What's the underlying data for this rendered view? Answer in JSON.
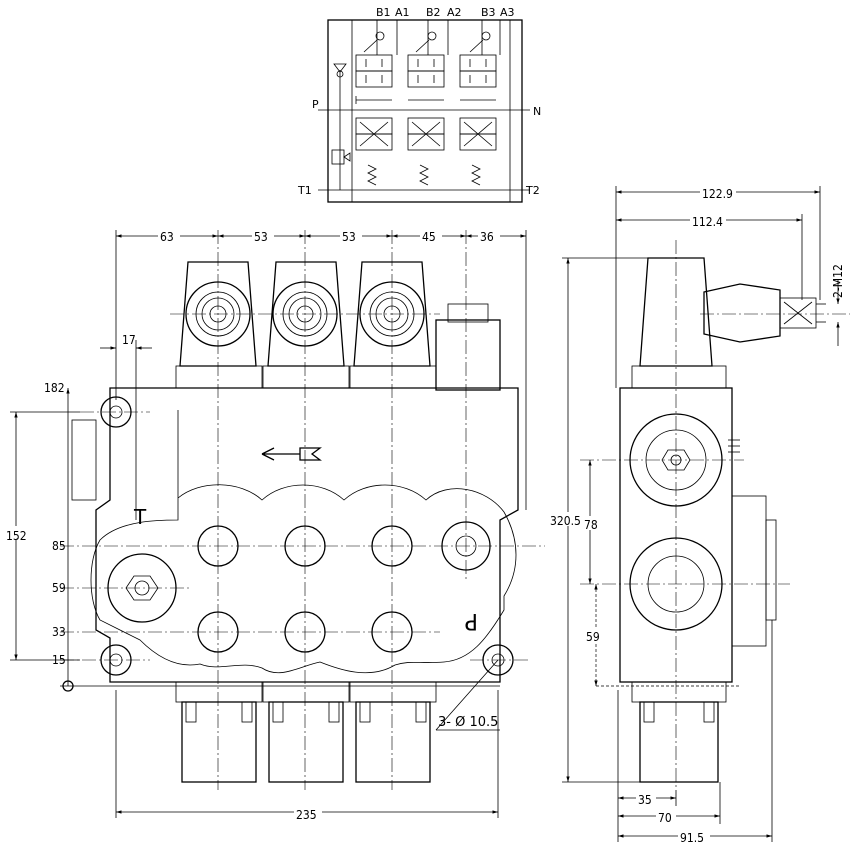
{
  "schematic": {
    "port_labels": {
      "b1": "B1",
      "a1": "A1",
      "b2": "B2",
      "a2": "A2",
      "b3": "B3",
      "a3": "A3",
      "p": "P",
      "n": "N",
      "t1": "T1",
      "t2": "T2"
    }
  },
  "front_view": {
    "top_dims": [
      "63",
      "53",
      "53",
      "45",
      "36"
    ],
    "dim_17": "17",
    "left_dims": [
      "182",
      "152",
      "85",
      "59",
      "33",
      "15"
    ],
    "bottom_dim": "235",
    "hole_callout": "3- Ø 10.5",
    "t_mark": "T",
    "p_mark": "P"
  },
  "side_view": {
    "dim_122_9": "122.9",
    "dim_112_4": "112.4",
    "thread": "2-M12",
    "dim_320_5": "320.5",
    "dim_78": "78",
    "dim_59": "59",
    "dim_35": "35",
    "dim_70": "70",
    "dim_91_5": "91.5"
  }
}
